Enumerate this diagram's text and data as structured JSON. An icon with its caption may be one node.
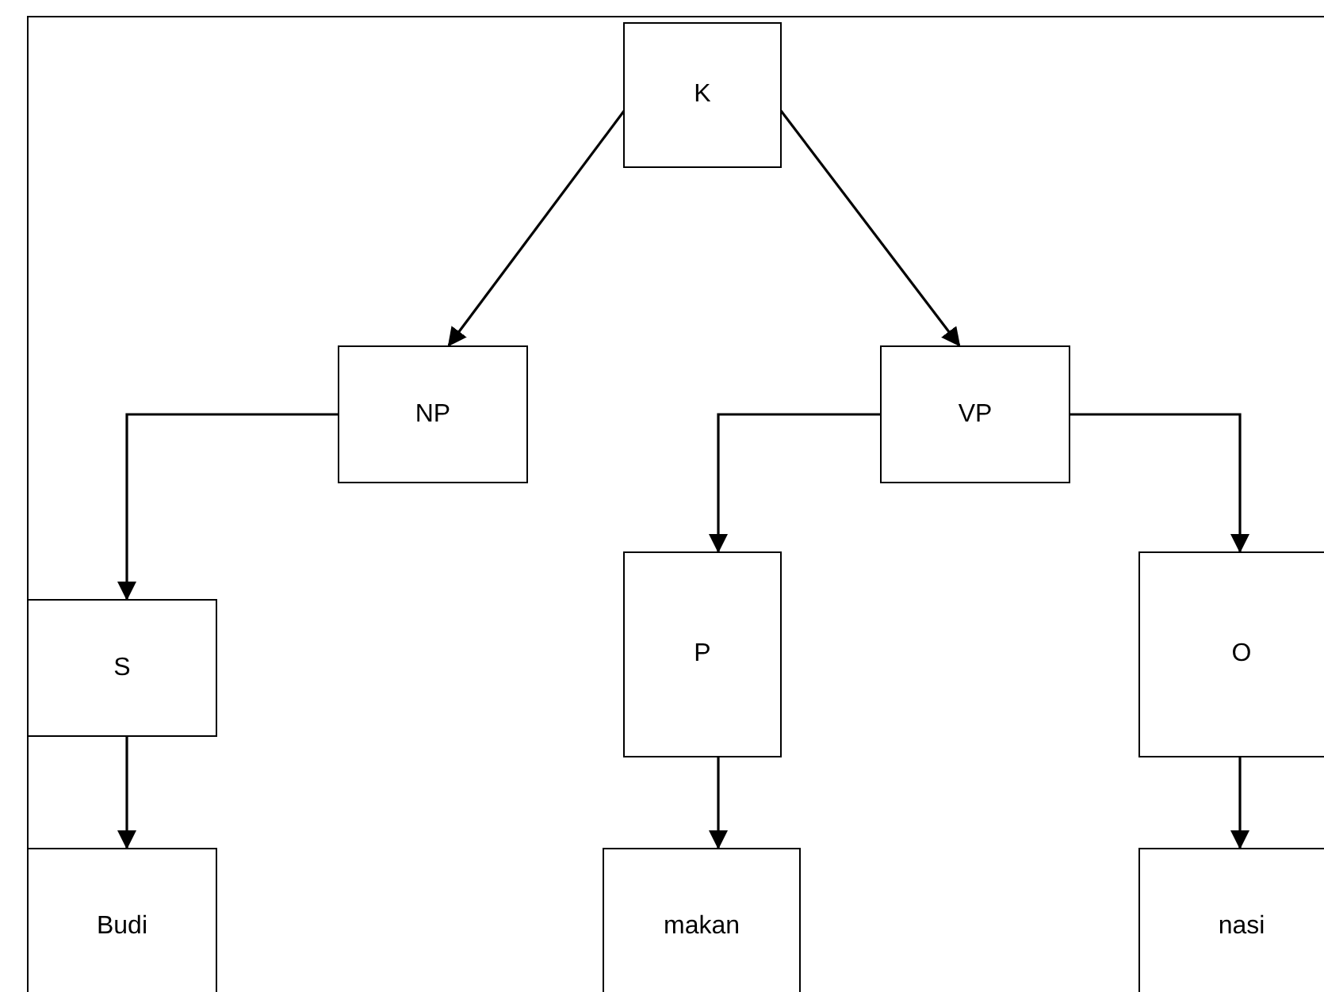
{
  "diagram": {
    "nodes": [
      {
        "text": [
          "K"
        ]
      },
      {
        "text": [
          "NP"
        ]
      },
      {
        "text": [
          "VP"
        ]
      },
      {
        "text": [
          "S"
        ]
      },
      {
        "text": [
          "P"
        ]
      },
      {
        "text": [
          "O"
        ]
      },
      {
        "text": [
          "Budi"
        ]
      },
      {
        "text": [
          "makan"
        ]
      },
      {
        "text": [
          "nasi"
        ]
      }
    ],
    "edges": [
      {
        "from": 0,
        "to": 1,
        "arrow": "to"
      },
      {
        "from": 0,
        "to": 2,
        "arrow": "to"
      },
      {
        "from": 1,
        "to": 3,
        "arrow": "to"
      },
      {
        "from": 2,
        "to": 4,
        "arrow": "to"
      },
      {
        "from": 2,
        "to": 5,
        "arrow": "to"
      },
      {
        "from": 3,
        "to": 6,
        "arrow": "to"
      },
      {
        "from": 4,
        "to": 7,
        "arrow": "to"
      },
      {
        "from": 5,
        "to": 8,
        "arrow": "to"
      }
    ]
  }
}
